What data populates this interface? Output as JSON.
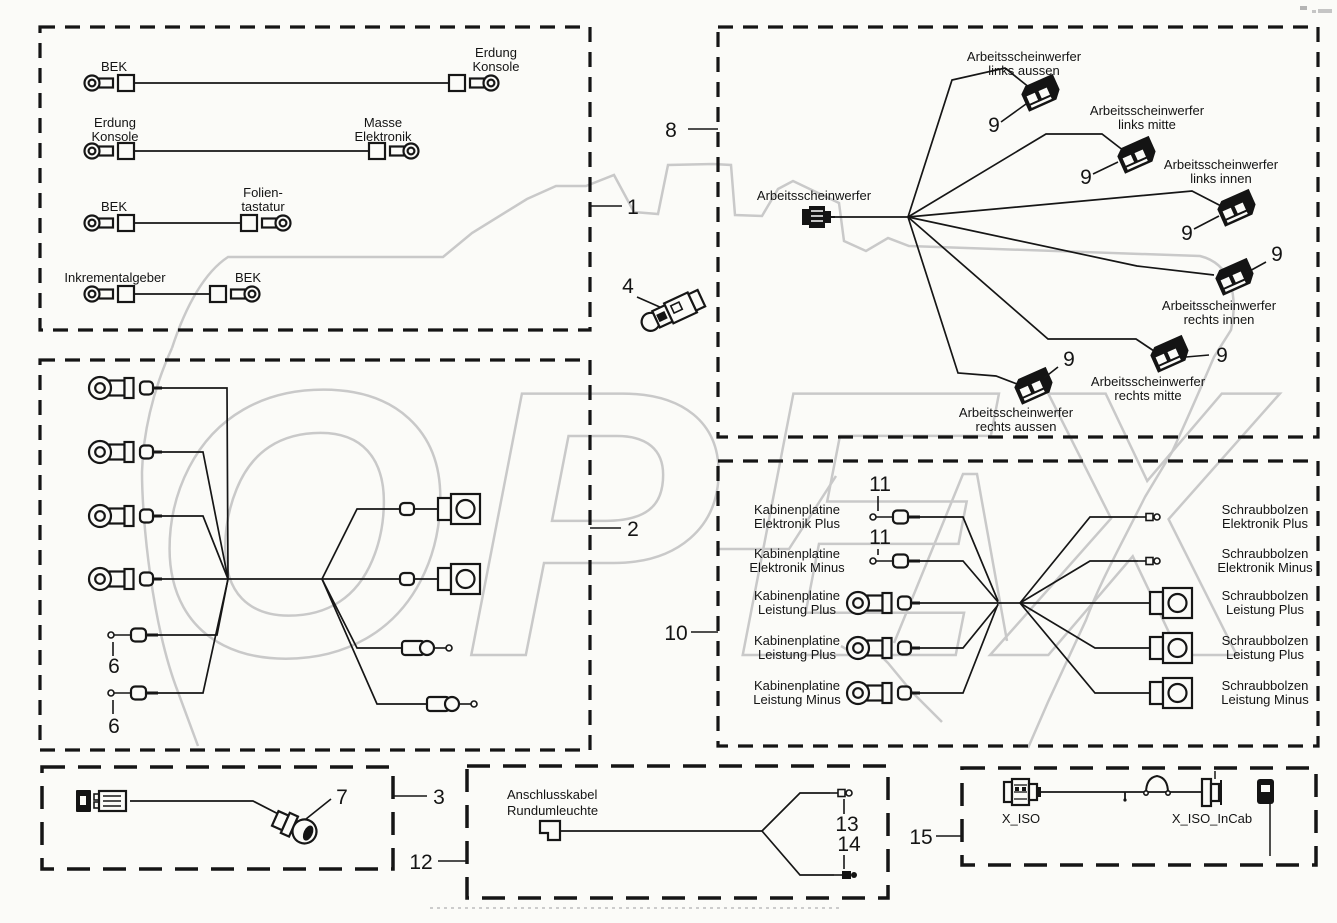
{
  "watermark": {
    "text": "OPEX"
  },
  "colors": {
    "line": "#161616",
    "watermark": "#c9c9c9",
    "background": "#fbfbf8"
  },
  "box1": {
    "callout": "1",
    "rows": [
      {
        "left": [
          "BEK"
        ],
        "right": [
          "Erdung",
          "Konsole"
        ]
      },
      {
        "left": [
          "Erdung",
          "Konsole"
        ],
        "right": [
          "Masse",
          "Elektronik"
        ]
      },
      {
        "left": [
          "BEK"
        ],
        "right": [
          "Folien-",
          "tastatur"
        ]
      },
      {
        "left": [
          "Inkrementalgeber"
        ],
        "right": [
          "BEK"
        ]
      }
    ]
  },
  "box8": {
    "callout": "8",
    "hub_label": "Arbeitsscheinwerfer",
    "branches": [
      {
        "label": [
          "Arbeitsscheinwerfer",
          "links aussen"
        ],
        "ref": "9"
      },
      {
        "label": [
          "Arbeitsscheinwerfer",
          "links mitte"
        ],
        "ref": "9"
      },
      {
        "label": [
          "Arbeitsscheinwerfer",
          "links innen"
        ],
        "ref": "9"
      },
      {
        "label": [
          "Arbeitsscheinwerfer",
          "rechts innen"
        ],
        "ref": "9"
      },
      {
        "label": [
          "Arbeitsscheinwerfer",
          "rechts mitte"
        ],
        "ref": "9"
      },
      {
        "label": [
          "Arbeitsscheinwerfer",
          "rechts aussen"
        ],
        "ref": "9"
      }
    ]
  },
  "box2": {
    "callout": "2",
    "pin_refs": [
      "6",
      "6"
    ]
  },
  "box10": {
    "callout": "10",
    "pin_refs": [
      "11",
      "11"
    ],
    "left_labels": [
      [
        "Kabinenplatine",
        "Elektronik Plus"
      ],
      [
        "Kabinenplatine",
        "Elektronik Minus"
      ],
      [
        "Kabinenplatine",
        "Leistung Plus"
      ],
      [
        "Kabinenplatine",
        "Leistung Plus"
      ],
      [
        "Kabinenplatine",
        "Leistung Minus"
      ]
    ],
    "right_labels": [
      [
        "Schraubbolzen",
        "Elektronik Plus"
      ],
      [
        "Schraubbolzen",
        "Elektronik Minus"
      ],
      [
        "Schraubbolzen",
        "Leistung Plus"
      ],
      [
        "Schraubbolzen",
        "Leistung Plus"
      ],
      [
        "Schraubbolzen",
        "Leistung Minus"
      ]
    ]
  },
  "box3": {
    "callout": "3",
    "connector_ref": "7"
  },
  "box12": {
    "callout": "12",
    "label": [
      "Anschlusskabel",
      "Rundumleuchte"
    ],
    "pin_refs": [
      "13",
      "14"
    ]
  },
  "box15": {
    "callout": "15",
    "connector_labels": [
      "X_ISO",
      "X_ISO_InCab"
    ]
  }
}
